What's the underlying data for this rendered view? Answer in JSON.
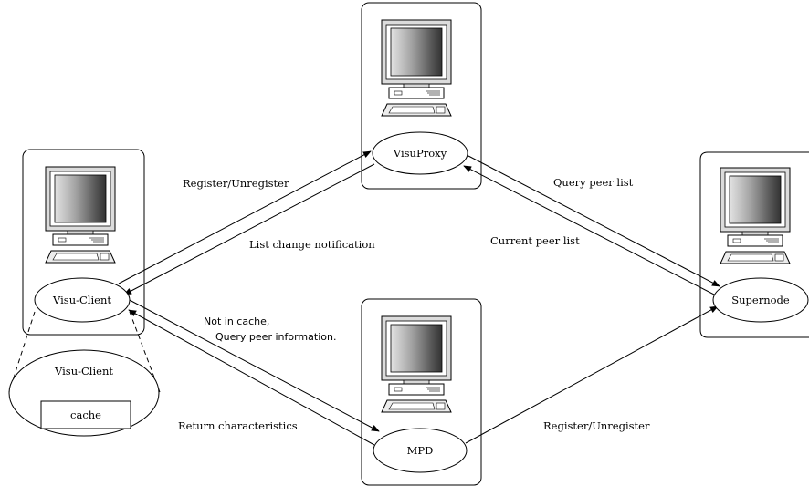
{
  "nodes": {
    "visuproxy": "VisuProxy",
    "visu_client": "Visu-Client",
    "mpd": "MPD",
    "supernode": "Supernode",
    "visu_client_detail": "Visu-Client",
    "cache": "cache"
  },
  "edges": {
    "register_unregister_proxy": "Register/Unregister",
    "list_change_notification": "List change notification",
    "query_peer_list": "Query peer list",
    "current_peer_list": "Current peer list",
    "not_in_cache_line1": "Not in cache,",
    "not_in_cache_line2": "Query peer information.",
    "return_characteristics": "Return characteristics",
    "register_unregister_mpd": "Register/Unregister"
  },
  "icons": [
    "computer-icon"
  ]
}
